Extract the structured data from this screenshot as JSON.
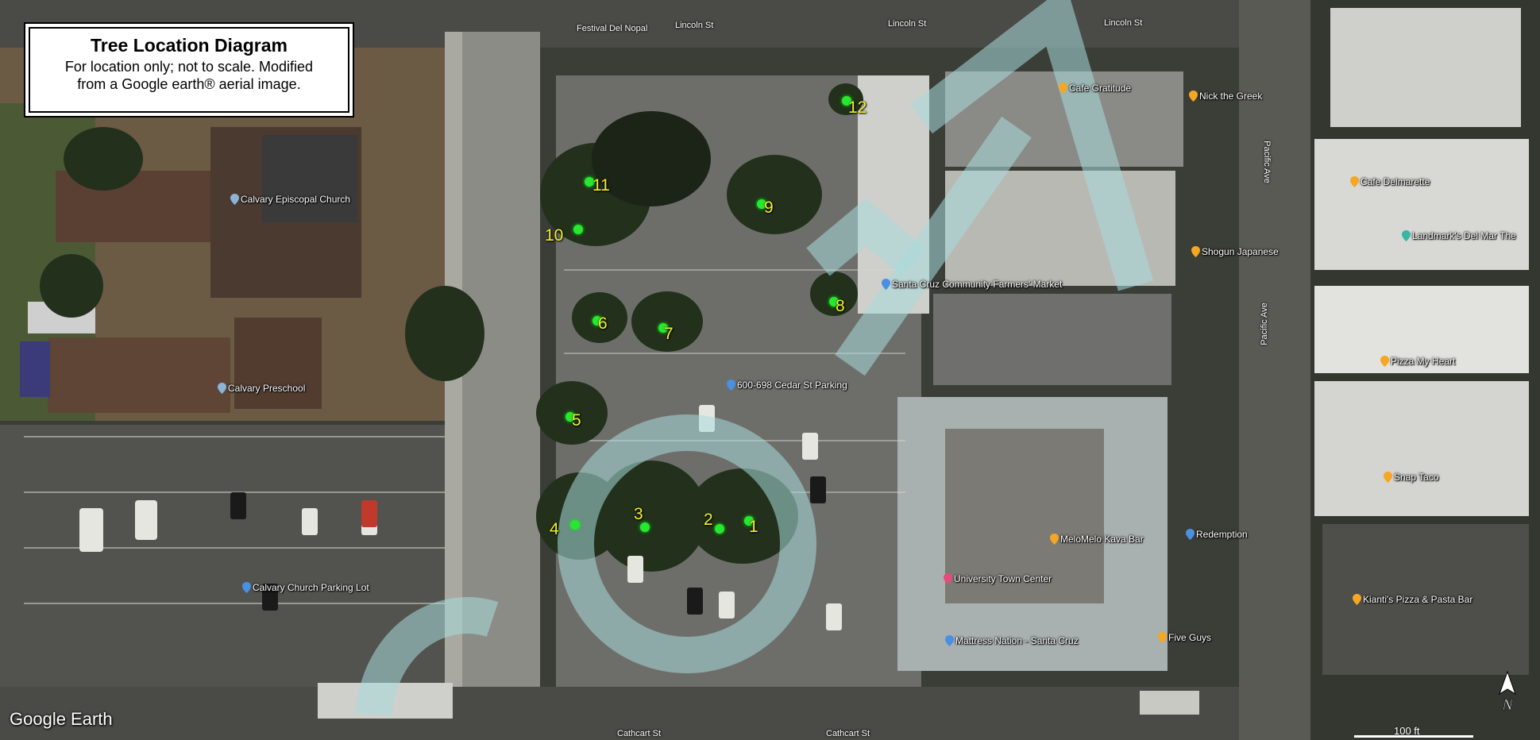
{
  "legend": {
    "title": "Tree Location Diagram",
    "line1": "For location only; not to scale.  Modified",
    "line2": "from a Google earth® aerial image."
  },
  "trees": [
    {
      "label": "1"
    },
    {
      "label": "2"
    },
    {
      "label": "3"
    },
    {
      "label": "4"
    },
    {
      "label": "5"
    },
    {
      "label": "6"
    },
    {
      "label": "7"
    },
    {
      "label": "8"
    },
    {
      "label": "9"
    },
    {
      "label": "10"
    },
    {
      "label": "11"
    },
    {
      "label": "12"
    }
  ],
  "pois": {
    "calvary_episcopal": "Calvary Episcopal Church",
    "calvary_preschool": "Calvary Preschool",
    "calvary_parking": "Calvary Church Parking Lot",
    "farmers_market": "Santa Cruz Community Farmers' Market",
    "cedar_parking": "600-698 Cedar St Parking",
    "cafe_gratitude": "Cafe Gratitude",
    "nick_greek": "Nick the Greek",
    "shogun": "Shogun Japanese",
    "cafe_delmarette": "Cafe Delmarette",
    "landmark_theatre": "Landmark's Del Mar The",
    "pizza_my_heart": "Pizza My Heart",
    "snap_taco": "Snap Taco",
    "redemption": "Redemption",
    "melomelo": "MeloMelo Kava Bar",
    "university_town": "University Town Center",
    "mattress_nation": "Mattress Nation - Santa Cruz",
    "five_guys": "Five Guys",
    "kianti": "Kianti's Pizza & Pasta Bar"
  },
  "streets": {
    "festival": "Festival Del Nopal",
    "lincoln1": "Lincoln St",
    "lincoln2": "Lincoln St",
    "lincoln3": "Lincoln St",
    "pacific1": "Pacific Ave",
    "pacific2": "Pacific Ave",
    "cathcart1": "Cathcart St",
    "cathcart2": "Cathcart St"
  },
  "attribution": "Google Earth",
  "north_label": "N",
  "scale_label": "100 ft",
  "colors": {
    "tree_marker": "#28e632",
    "tree_label": "#f4f22a",
    "poi_food": "#f5a623",
    "poi_place": "#4a90e2",
    "poi_shop": "#e84a7a",
    "watermark": "#a8dcdc"
  }
}
